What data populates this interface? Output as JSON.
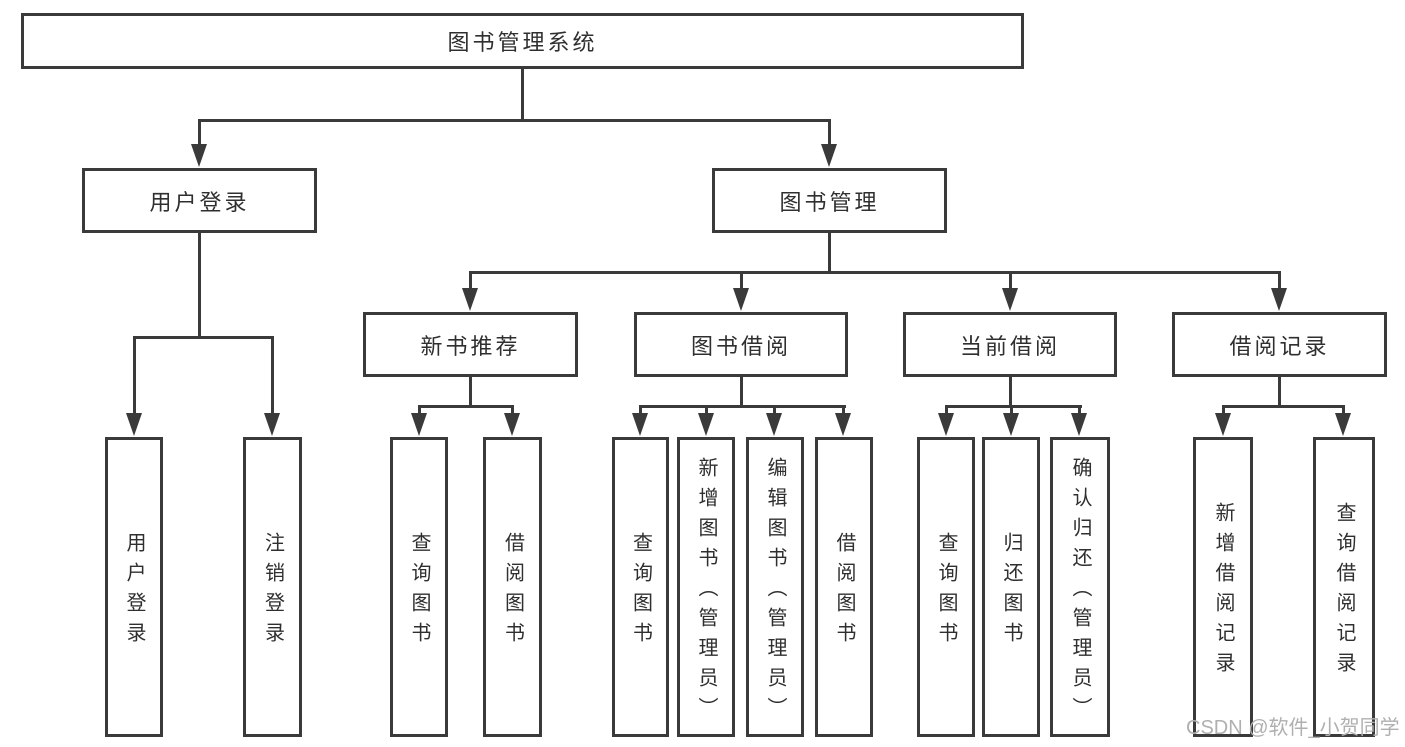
{
  "diagram": {
    "root": "图书管理系统",
    "level2": {
      "user_login": "用户登录",
      "book_management": "图书管理"
    },
    "level3": {
      "new_book_recommend": "新书推荐",
      "book_borrow": "图书借阅",
      "current_borrow": "当前借阅",
      "borrow_records": "借阅记录"
    },
    "leaves": {
      "user_login": [
        "用户登录",
        "注销登录"
      ],
      "new_book_recommend": [
        "查询图书",
        "借阅图书"
      ],
      "book_borrow": [
        "查询图书",
        "新增图书（管理员）",
        "编辑图书（管理员）",
        "借阅图书"
      ],
      "current_borrow": [
        "查询图书",
        "归还图书",
        "确认归还（管理员）"
      ],
      "borrow_records": [
        "新增借阅记录",
        "查询借阅记录"
      ]
    },
    "watermark": "CSDN @软件_小贺同学",
    "colors": {
      "line": "#3a3a3a",
      "text": "#2f2f2f",
      "watermark": "#b0b0b0",
      "background": "#ffffff"
    }
  }
}
